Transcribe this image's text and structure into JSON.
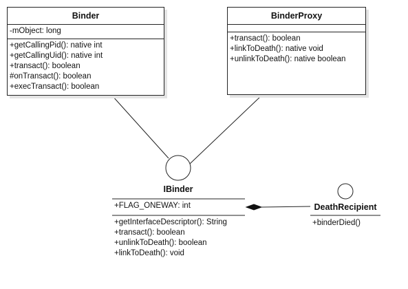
{
  "classes": {
    "binder": {
      "name": "Binder",
      "attributes": [
        "-mObject: long"
      ],
      "methods": [
        "+getCallingPid(): native int",
        "+getCallingUid(): native int",
        "+transact(): boolean",
        "#onTransact(): boolean",
        "+execTransact(): boolean"
      ]
    },
    "binder_proxy": {
      "name": "BinderProxy",
      "methods": [
        "+transact(): boolean",
        "+linkToDeath(): native void",
        "+unlinkToDeath(): native boolean"
      ]
    }
  },
  "interfaces": {
    "ibinder": {
      "name": "IBinder",
      "attributes": [
        "+FLAG_ONEWAY: int"
      ],
      "methods": [
        "+getInterfaceDescriptor(): String",
        "+transact(): boolean",
        "+unlinkToDeath(): boolean",
        "+linkToDeath(): void"
      ]
    },
    "death_recipient": {
      "name": "DeathRecipient",
      "methods": [
        "+binderDied()"
      ]
    }
  }
}
